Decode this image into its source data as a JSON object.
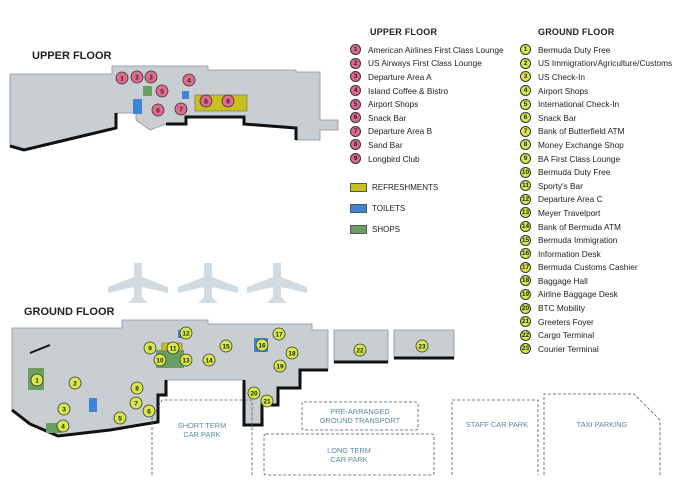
{
  "titles": {
    "upper_map": "UPPER FLOOR",
    "ground_map": "GROUND FLOOR",
    "upper_legend": "UPPER FLOOR",
    "ground_legend": "GROUND FLOOR"
  },
  "colors": {
    "upper_badge": "#e06a8c",
    "ground_badge": "#d7e84a",
    "refreshments": "#c8c01e",
    "toilets": "#3d86d6",
    "shops": "#6b9e63",
    "building": "#c9ced3",
    "zone_text": "#5a8a9a"
  },
  "key": [
    {
      "label": "REFRESHMENTS",
      "color": "#c8c01e"
    },
    {
      "label": "TOILETS",
      "color": "#3d86d6"
    },
    {
      "label": "SHOPS",
      "color": "#6b9e63"
    }
  ],
  "upper_floor": [
    {
      "n": "1",
      "label": "American Airlines First Class Lounge"
    },
    {
      "n": "2",
      "label": "US Airways First Class Lounge"
    },
    {
      "n": "3",
      "label": "Departure Area A"
    },
    {
      "n": "4",
      "label": "Island Coffee & Bistro"
    },
    {
      "n": "5",
      "label": "Airport Shops"
    },
    {
      "n": "6",
      "label": "Snack Bar"
    },
    {
      "n": "7",
      "label": "Departure Area B"
    },
    {
      "n": "8",
      "label": "Sand Bar"
    },
    {
      "n": "9",
      "label": "Longbird Club"
    }
  ],
  "ground_floor": [
    {
      "n": "1",
      "label": "Bermuda Duty Free"
    },
    {
      "n": "2",
      "label": "US Immigration/Agriculture/Customs"
    },
    {
      "n": "3",
      "label": "US Check-In"
    },
    {
      "n": "4",
      "label": "Airport Shops"
    },
    {
      "n": "5",
      "label": "International Check-In"
    },
    {
      "n": "6",
      "label": "Snack Bar"
    },
    {
      "n": "7",
      "label": "Bank of Butterfield ATM"
    },
    {
      "n": "8",
      "label": "Money Exchange Shop"
    },
    {
      "n": "9",
      "label": "BA First Class Lounge"
    },
    {
      "n": "10",
      "label": "Bermuda Duty Free"
    },
    {
      "n": "11",
      "label": "Sporty's Bar"
    },
    {
      "n": "12",
      "label": "Departure Area C"
    },
    {
      "n": "13",
      "label": "Meyer Travelport"
    },
    {
      "n": "14",
      "label": "Bank of Bermuda ATM"
    },
    {
      "n": "15",
      "label": "Bermuda Immigration"
    },
    {
      "n": "16",
      "label": "Information Desk"
    },
    {
      "n": "17",
      "label": "Bermuda Customs Cashier"
    },
    {
      "n": "18",
      "label": "Baggage Hall"
    },
    {
      "n": "19",
      "label": "Airline Baggage Desk"
    },
    {
      "n": "20",
      "label": "BTC Mobility"
    },
    {
      "n": "21",
      "label": "Greeters Foyer"
    },
    {
      "n": "22",
      "label": "Cargo Terminal"
    },
    {
      "n": "23",
      "label": "Courier Terminal"
    }
  ],
  "zones": {
    "short_term_1": "SHORT TERM",
    "short_term_2": "CAR PARK",
    "pre_arranged_1": "PRE-ARRANGED",
    "pre_arranged_2": "GROUND TRANSPORT",
    "long_term_1": "LONG TERM",
    "long_term_2": "CAR PARK",
    "staff": "STAFF CAR PARK",
    "taxi": "TAXI PARKING"
  },
  "map_markers": {
    "upper": [
      "1",
      "2",
      "3",
      "4",
      "5",
      "6",
      "7",
      "8",
      "9"
    ],
    "ground": [
      "1",
      "2",
      "3",
      "4",
      "5",
      "6",
      "7",
      "8",
      "9",
      "10",
      "11",
      "12",
      "13",
      "14",
      "15",
      "16",
      "17",
      "18",
      "19",
      "20",
      "21",
      "22",
      "23"
    ]
  }
}
